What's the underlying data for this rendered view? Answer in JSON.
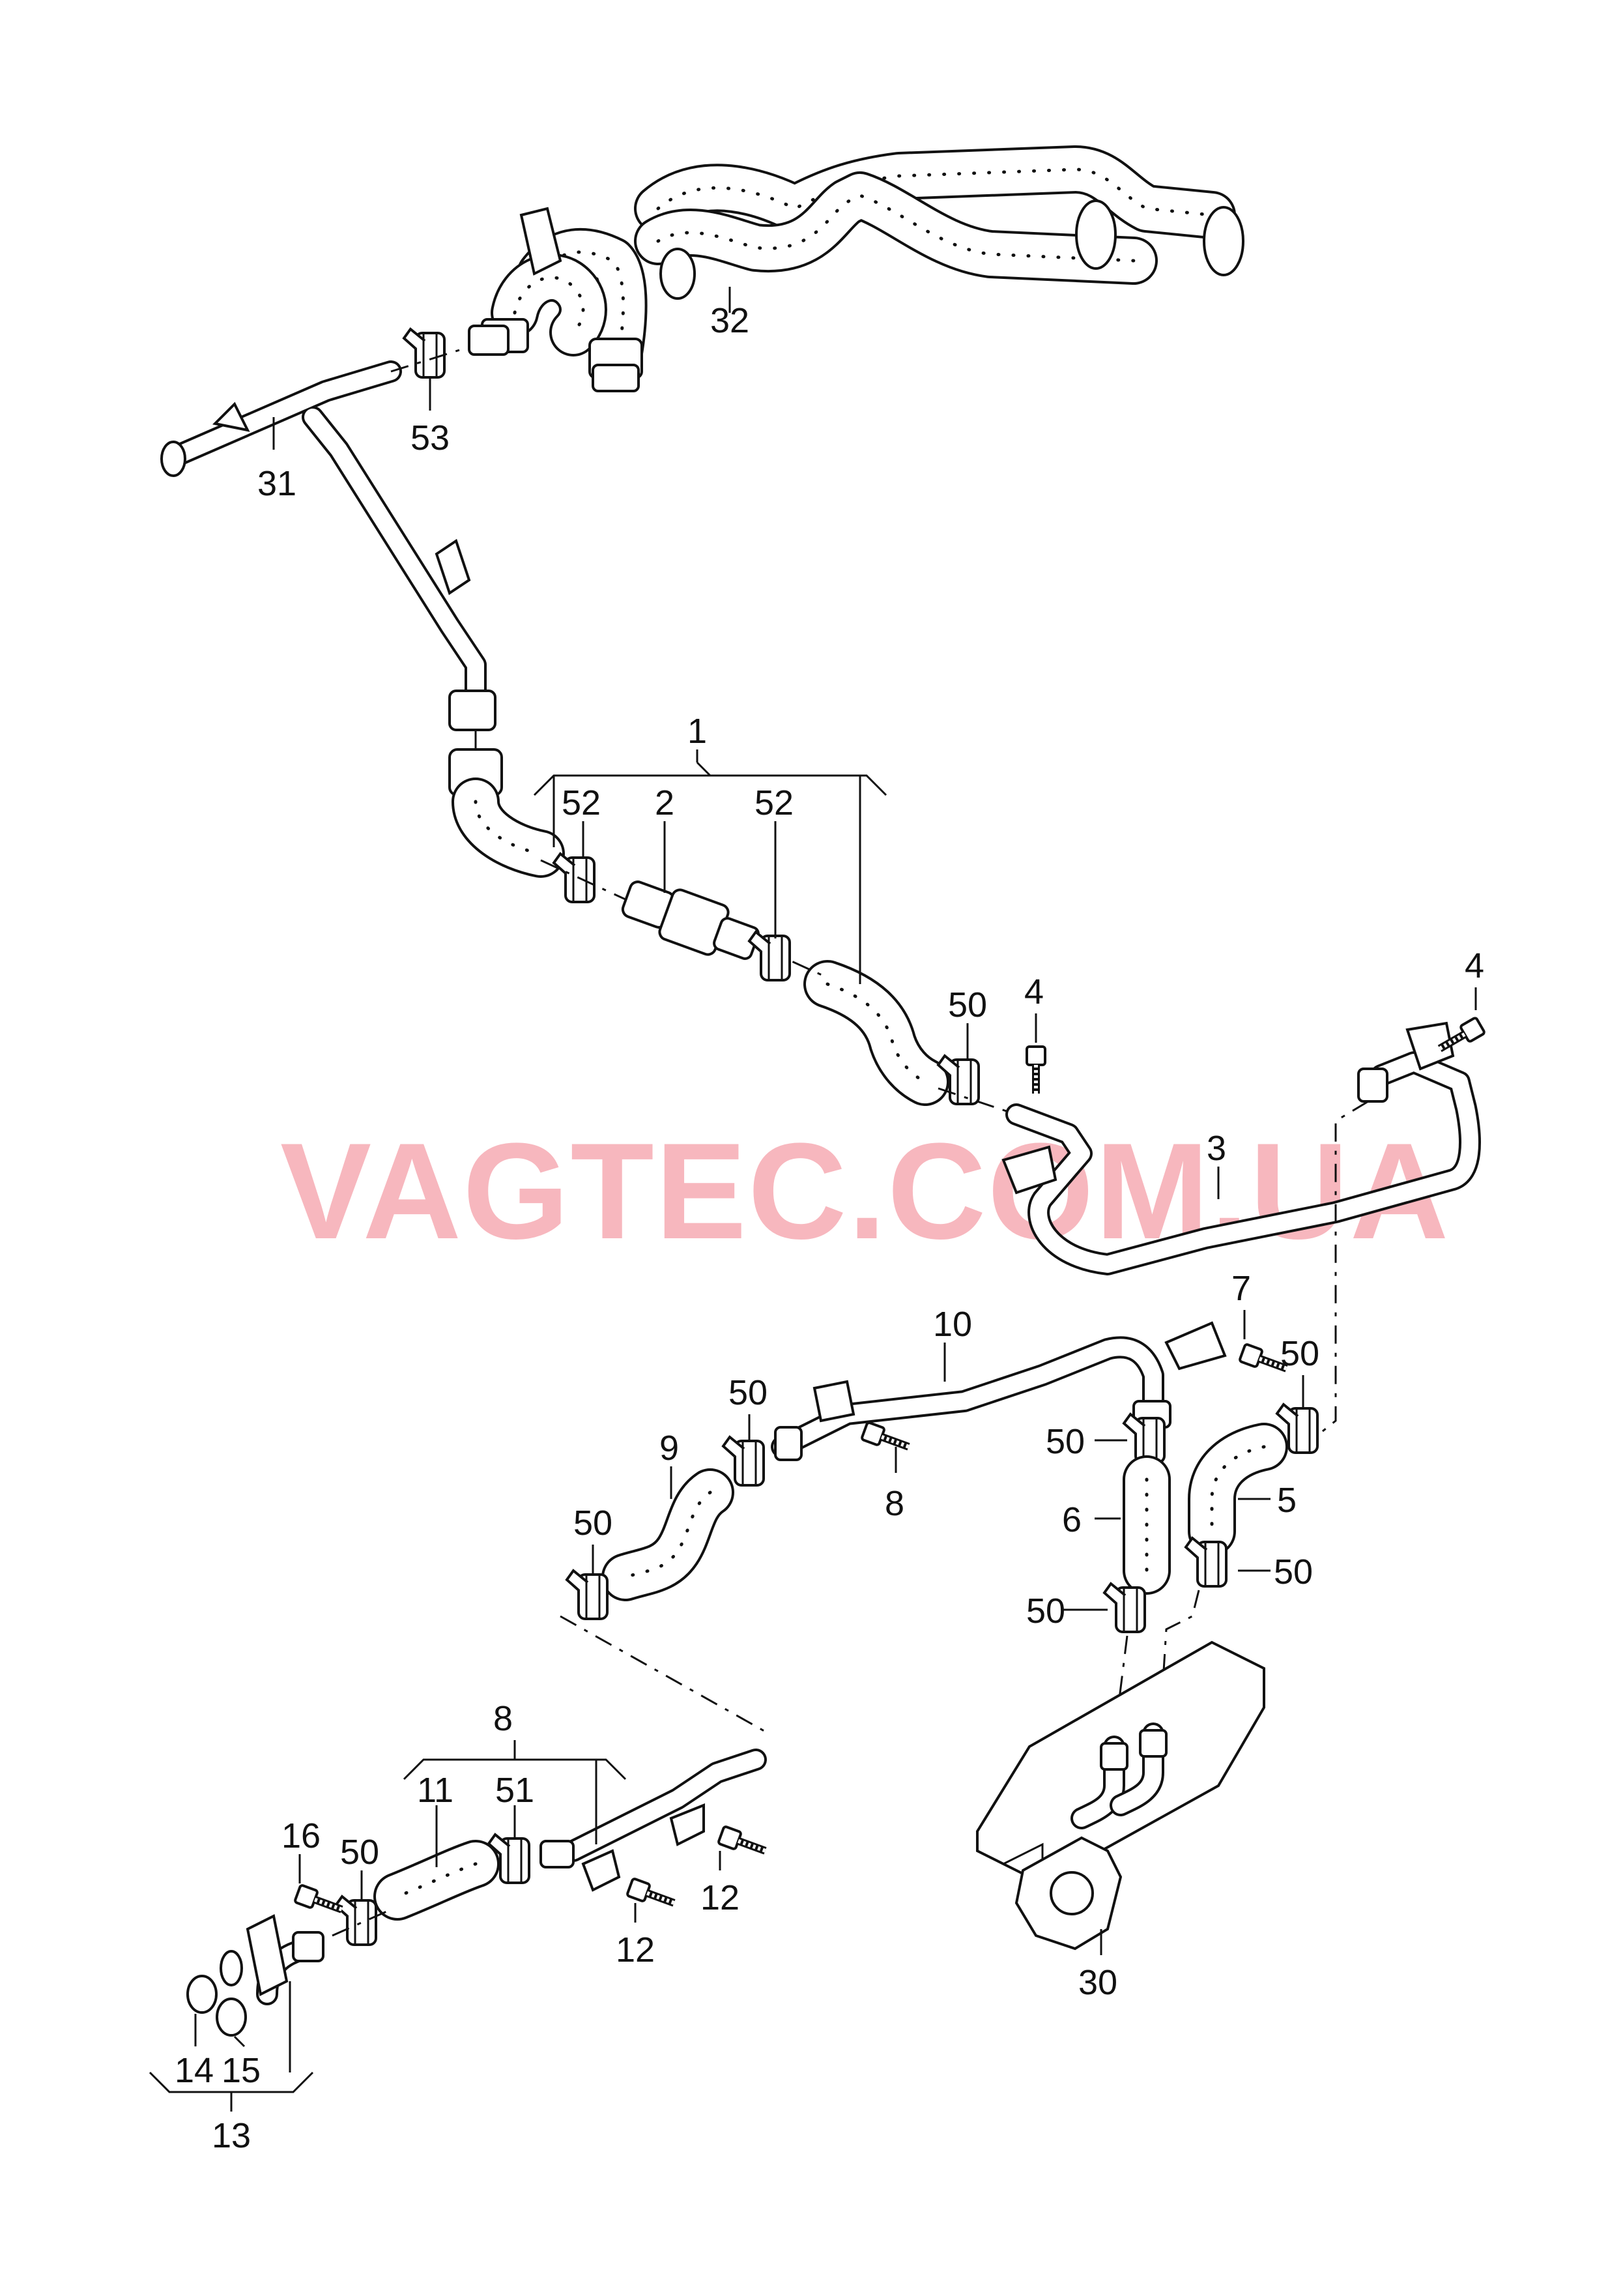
{
  "watermark": "VAGTEC.COM.UA",
  "labels": [
    {
      "id": "l1",
      "text": "1"
    },
    {
      "id": "l2",
      "text": "2"
    },
    {
      "id": "l3",
      "text": "3"
    },
    {
      "id": "l4a",
      "text": "4"
    },
    {
      "id": "l4b",
      "text": "4"
    },
    {
      "id": "l5",
      "text": "5"
    },
    {
      "id": "l6",
      "text": "6"
    },
    {
      "id": "l7",
      "text": "7"
    },
    {
      "id": "l8a",
      "text": "8"
    },
    {
      "id": "l8b",
      "text": "8"
    },
    {
      "id": "l9",
      "text": "9"
    },
    {
      "id": "l10",
      "text": "10"
    },
    {
      "id": "l11",
      "text": "11"
    },
    {
      "id": "l12a",
      "text": "12"
    },
    {
      "id": "l12b",
      "text": "12"
    },
    {
      "id": "l13",
      "text": "13"
    },
    {
      "id": "l14",
      "text": "14"
    },
    {
      "id": "l15",
      "text": "15"
    },
    {
      "id": "l16",
      "text": "16"
    },
    {
      "id": "l30",
      "text": "30"
    },
    {
      "id": "l31",
      "text": "31"
    },
    {
      "id": "l32",
      "text": "32"
    },
    {
      "id": "l50a",
      "text": "50"
    },
    {
      "id": "l50b",
      "text": "50"
    },
    {
      "id": "l50c",
      "text": "50"
    },
    {
      "id": "l50d",
      "text": "50"
    },
    {
      "id": "l50e",
      "text": "50"
    },
    {
      "id": "l50f",
      "text": "50"
    },
    {
      "id": "l50g",
      "text": "50"
    },
    {
      "id": "l50h",
      "text": "50"
    },
    {
      "id": "l51",
      "text": "51"
    },
    {
      "id": "l52a",
      "text": "52"
    },
    {
      "id": "l52b",
      "text": "52"
    },
    {
      "id": "l53",
      "text": "53"
    }
  ]
}
